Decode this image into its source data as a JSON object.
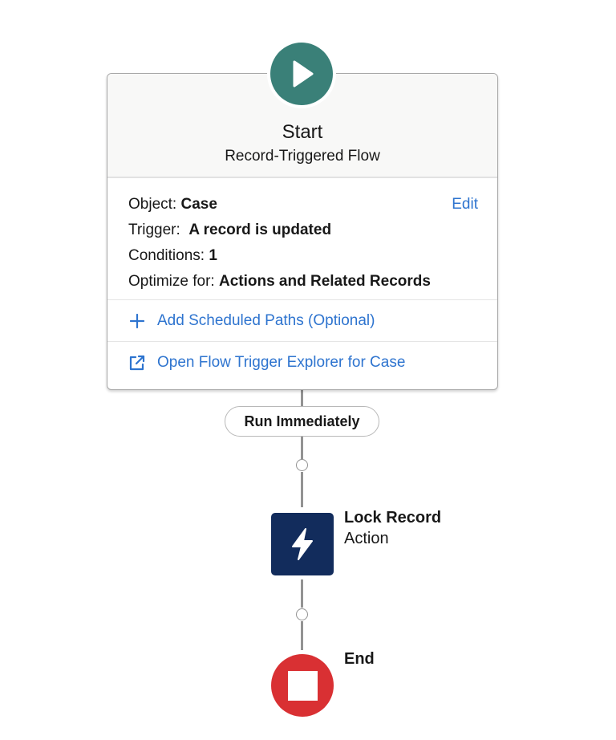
{
  "start_node": {
    "title": "Start",
    "subtitle": "Record-Triggered Flow",
    "icon": "play-icon",
    "color": "#3a8078",
    "properties": [
      {
        "label": "Object:",
        "value": "Case"
      },
      {
        "label": "Trigger:",
        "value": "A record is updated"
      },
      {
        "label": "Conditions:",
        "value": "1"
      },
      {
        "label": "Optimize for:",
        "value": "Actions and Related Records"
      }
    ],
    "edit_label": "Edit",
    "add_scheduled_paths_label": "Add Scheduled Paths (Optional)",
    "open_trigger_explorer_label": "Open Flow Trigger Explorer for Case"
  },
  "path": {
    "label": "Run Immediately"
  },
  "action_node": {
    "title": "Lock Record",
    "type": "Action",
    "icon": "lightning-icon",
    "color": "#122c5c"
  },
  "end_node": {
    "title": "End",
    "icon": "stop-icon",
    "color": "#d93033"
  },
  "colors": {
    "link": "#2e74cf",
    "connector": "#939393"
  }
}
